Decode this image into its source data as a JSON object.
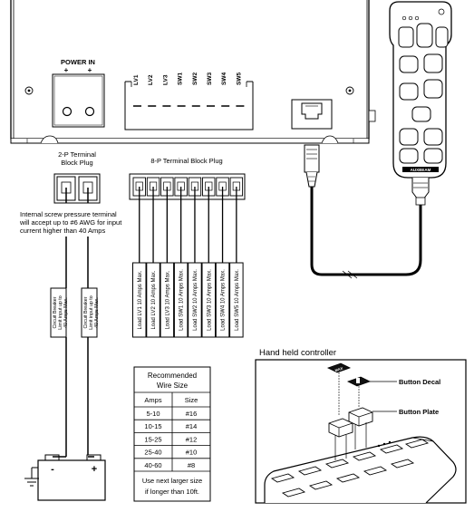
{
  "control_box": {
    "power_in_label": "POWER IN",
    "plus_labels": [
      "+",
      "+"
    ],
    "lv_sw_labels": [
      "LV1",
      "LV2",
      "LV3",
      "SW1",
      "SW2",
      "SW3",
      "SW4",
      "SW5"
    ]
  },
  "terminal_2p": {
    "title_line1": "2-P  Terminal",
    "title_line2": "Block Plug",
    "note_line1": "Internal screw pressure terminal",
    "note_line2": "will accept up to #6 AWG for input",
    "note_line3": "current higher than 40 Amps"
  },
  "terminal_8p": {
    "title": "8-P  Terminal Block Plug"
  },
  "breakers": [
    "Circuit Breaker Limit input up to 40 Amps Max.",
    "Circuit Breaker Limit input up to 40 Amps Max."
  ],
  "loads": [
    "Load LV1 10 Amps Max.",
    "Load LV2 10 Amps Max.",
    "Load LV3 10 Amps Max.",
    "Load SW1 10 Amps Max.",
    "Load SW2 10 Amps Max.",
    "Load SW3 10 Amps Max.",
    "Load SW4 10 Amps Max.",
    "Load SW5 10 Amps Max."
  ],
  "battery": {
    "minus": "-",
    "plus": "+"
  },
  "wire_table": {
    "title_line1": "Recommended",
    "title_line2": "Wire Size",
    "headers": [
      "Amps",
      "Size"
    ],
    "rows": [
      [
        "5-10",
        "#16"
      ],
      [
        "10-15",
        "#14"
      ],
      [
        "15-25",
        "#12"
      ],
      [
        "25-40",
        "#10"
      ],
      [
        "40-60",
        "#8"
      ]
    ],
    "footer_line1": "Use next larger size",
    "footer_line2": "if longer than 10ft."
  },
  "controller": {
    "brand": "AUXBEAM",
    "section_title": "Hand held controller",
    "button_decal_label": "Button Decal",
    "button_plate_label": "Button Plate",
    "decal_text": "MAX"
  }
}
